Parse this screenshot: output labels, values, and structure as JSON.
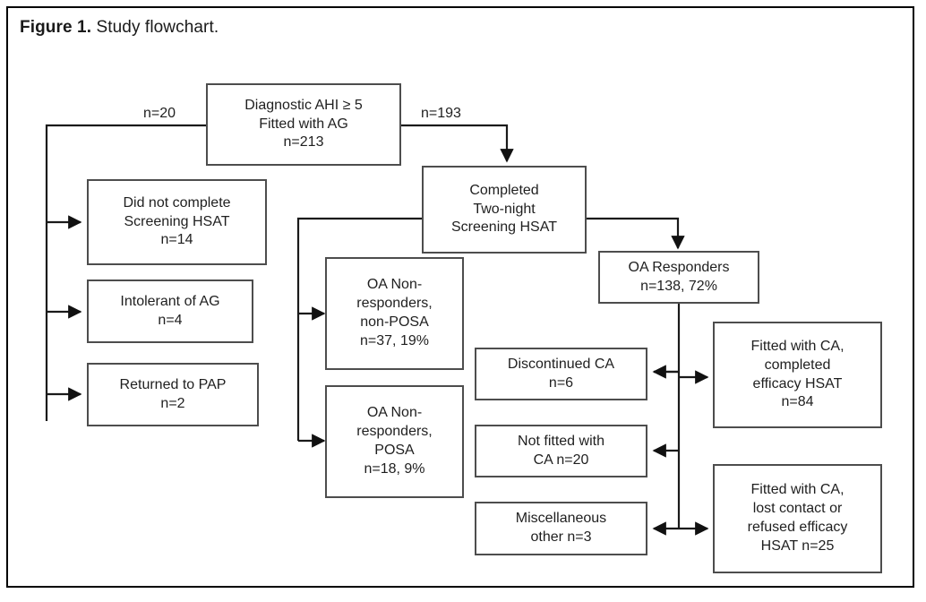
{
  "figure": {
    "caption_label": "Figure 1.",
    "caption_text": " Study flowchart.",
    "border_color": "#000000",
    "box_border_color": "#4d4d4d",
    "text_color": "#1f1f1f"
  },
  "nodes": {
    "diagnostic": "Diagnostic AHI ≥ 5\nFitted with AG\nn=213",
    "did_not_complete": "Did not complete\nScreening HSAT\nn=14",
    "intolerant": "Intolerant of AG\nn=4",
    "returned_pap": "Returned to PAP\nn=2",
    "completed_two_night": "Completed\nTwo-night\nScreening HSAT",
    "oa_nonresp_nonposa": "OA Non-\nresponders,\nnon-POSA\nn=37, 19%",
    "oa_nonresp_posa": "OA Non-\nresponders,\nPOSA\nn=18, 9%",
    "oa_responders": "OA Responders\nn=138, 72%",
    "discontinued_ca": "Discontinued CA\nn=6",
    "not_fitted_ca": "Not fitted with\nCA n=20",
    "miscellaneous_other": "Miscellaneous\nother  n=3",
    "fitted_ca_completed": "Fitted with CA,\ncompleted\nefficacy HSAT\nn=84",
    "fitted_ca_lost": "Fitted with CA,\nlost contact or\nrefused efficacy\nHSAT n=25"
  },
  "edge_labels": {
    "left_branch": "n=20",
    "right_branch": "n=193"
  },
  "chart_data": {
    "type": "table",
    "title": "Study flowchart",
    "nodes": [
      {
        "id": "diagnostic",
        "label": "Diagnostic AHI ≥ 5 Fitted with AG",
        "n": 213
      },
      {
        "id": "did_not_complete",
        "label": "Did not complete Screening HSAT",
        "n": 14
      },
      {
        "id": "intolerant",
        "label": "Intolerant of AG",
        "n": 4
      },
      {
        "id": "returned_pap",
        "label": "Returned to PAP",
        "n": 2
      },
      {
        "id": "completed_two_night",
        "label": "Completed Two-night Screening HSAT",
        "n": null
      },
      {
        "id": "oa_nonresp_nonposa",
        "label": "OA Non-responders, non-POSA",
        "n": 37,
        "percent": 19
      },
      {
        "id": "oa_nonresp_posa",
        "label": "OA Non-responders, POSA",
        "n": 18,
        "percent": 9
      },
      {
        "id": "oa_responders",
        "label": "OA Responders",
        "n": 138,
        "percent": 72
      },
      {
        "id": "discontinued_ca",
        "label": "Discontinued CA",
        "n": 6
      },
      {
        "id": "not_fitted_ca",
        "label": "Not fitted with CA",
        "n": 20
      },
      {
        "id": "miscellaneous_other",
        "label": "Miscellaneous other",
        "n": 3
      },
      {
        "id": "fitted_ca_completed",
        "label": "Fitted with CA, completed efficacy HSAT",
        "n": 84
      },
      {
        "id": "fitted_ca_lost",
        "label": "Fitted with CA, lost contact or refused efficacy HSAT",
        "n": 25
      }
    ],
    "edges": [
      {
        "from": "diagnostic",
        "to": "did_not_complete",
        "label": "n=20"
      },
      {
        "from": "diagnostic",
        "to": "intolerant",
        "label": "n=20"
      },
      {
        "from": "diagnostic",
        "to": "returned_pap",
        "label": "n=20"
      },
      {
        "from": "diagnostic",
        "to": "completed_two_night",
        "label": "n=193"
      },
      {
        "from": "completed_two_night",
        "to": "oa_nonresp_nonposa",
        "label": ""
      },
      {
        "from": "completed_two_night",
        "to": "oa_nonresp_posa",
        "label": ""
      },
      {
        "from": "completed_two_night",
        "to": "oa_responders",
        "label": ""
      },
      {
        "from": "oa_responders",
        "to": "discontinued_ca",
        "label": ""
      },
      {
        "from": "oa_responders",
        "to": "not_fitted_ca",
        "label": ""
      },
      {
        "from": "oa_responders",
        "to": "miscellaneous_other",
        "label": ""
      },
      {
        "from": "oa_responders",
        "to": "fitted_ca_completed",
        "label": ""
      },
      {
        "from": "oa_responders",
        "to": "fitted_ca_lost",
        "label": ""
      }
    ]
  }
}
